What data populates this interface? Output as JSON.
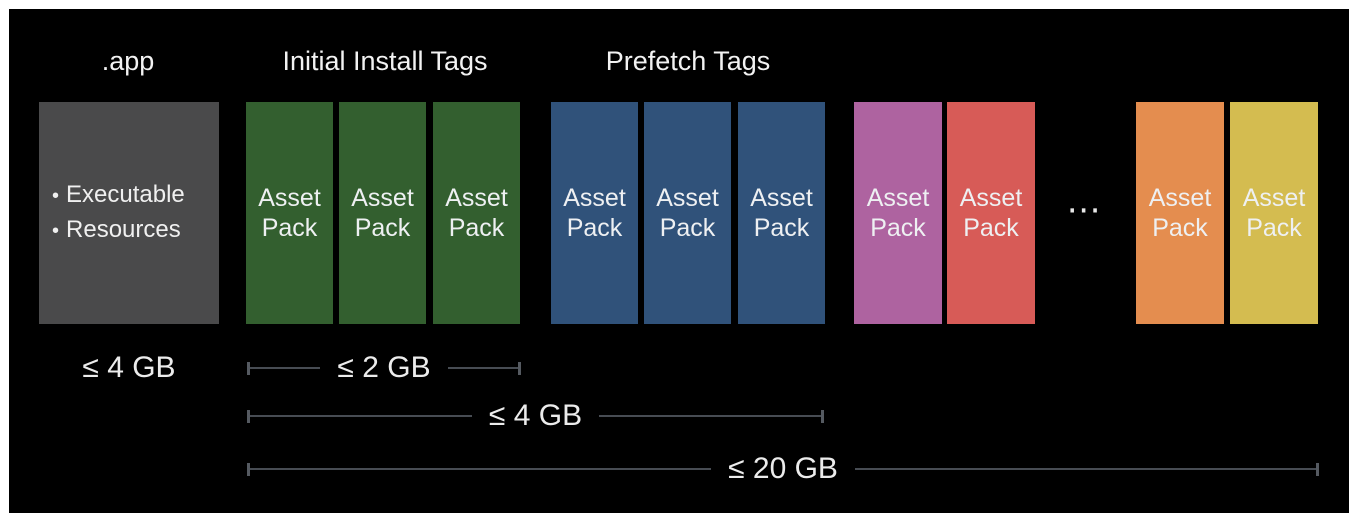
{
  "headers": {
    "app": ".app",
    "initial_install": "Initial Install Tags",
    "prefetch": "Prefetch Tags"
  },
  "app_bundle": {
    "bullet": "•",
    "items": [
      "Executable",
      "Resources"
    ],
    "color": "#4a4a4b",
    "size_label": "≤ 4 GB"
  },
  "asset_packs": [
    {
      "label": "Asset Pack",
      "group": "initial-install",
      "color": "#335f2f"
    },
    {
      "label": "Asset Pack",
      "group": "initial-install",
      "color": "#335f2f"
    },
    {
      "label": "Asset Pack",
      "group": "initial-install",
      "color": "#335f2f"
    },
    {
      "label": "Asset Pack",
      "group": "prefetch",
      "color": "#30527a"
    },
    {
      "label": "Asset Pack",
      "group": "prefetch",
      "color": "#30527a"
    },
    {
      "label": "Asset Pack",
      "group": "prefetch",
      "color": "#30527a"
    },
    {
      "label": "Asset Pack",
      "group": "on-demand",
      "color": "#ae63a0"
    },
    {
      "label": "Asset Pack",
      "group": "on-demand",
      "color": "#d75b57"
    },
    {
      "label": "Asset Pack",
      "group": "on-demand",
      "color": "#e48d4f"
    },
    {
      "label": "Asset Pack",
      "group": "on-demand",
      "color": "#d4bc50"
    }
  ],
  "ellipsis": "⋯",
  "measurements": [
    {
      "label": "≤ 2 GB"
    },
    {
      "label": "≤ 4 GB"
    },
    {
      "label": "≤ 20 GB"
    }
  ],
  "colors": {
    "slide_background": "#000000",
    "page_margin": "#ffffff",
    "measure_line": "#474c53",
    "text": "#f2f2f2"
  }
}
